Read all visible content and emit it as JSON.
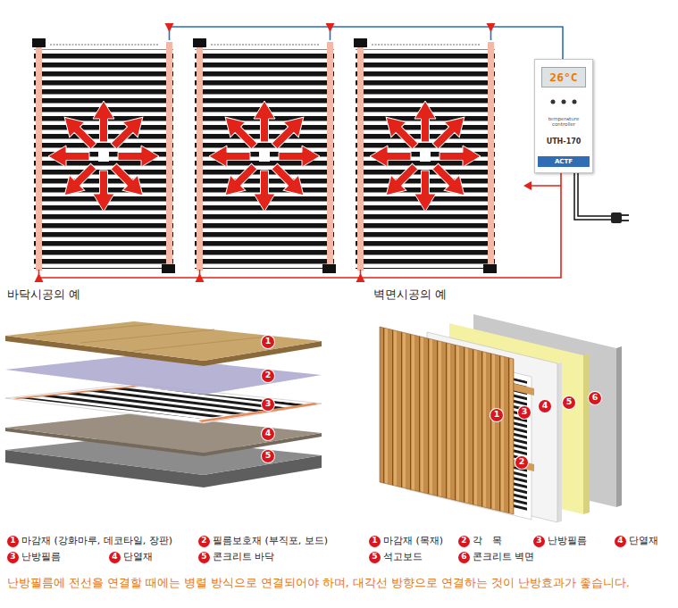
{
  "diagram": {
    "caption": "난방필름에 전선을 연결할 때에는 병렬 방식으로 연결되어야 하며, 대각선 방향으로 연결하는 것이 난방효과가 좋습니다.",
    "nodes": [
      {
        "text": [
          "26°C",
          "temperature controller",
          "UTH-170",
          "ACTF"
        ]
      }
    ],
    "labels": [
      "바닥시공의 예",
      "벽면시공의 예",
      "1",
      "2",
      "3",
      "4",
      "5",
      "1",
      "3",
      "4",
      "5",
      "6",
      "2",
      "1",
      "마감재 (강화마루, 데코타일, 장판)",
      "2",
      "필름보호재 (부직포, 보드)",
      "3",
      "난방필름",
      "4",
      "단열재",
      "5",
      "콘크리트 바닥",
      "1",
      "마감재 (목재)",
      "2",
      "각　목",
      "3",
      "난방필름",
      "4",
      "단열재",
      "5",
      "석고보드",
      "6",
      "콘크리트 벽면"
    ]
  }
}
